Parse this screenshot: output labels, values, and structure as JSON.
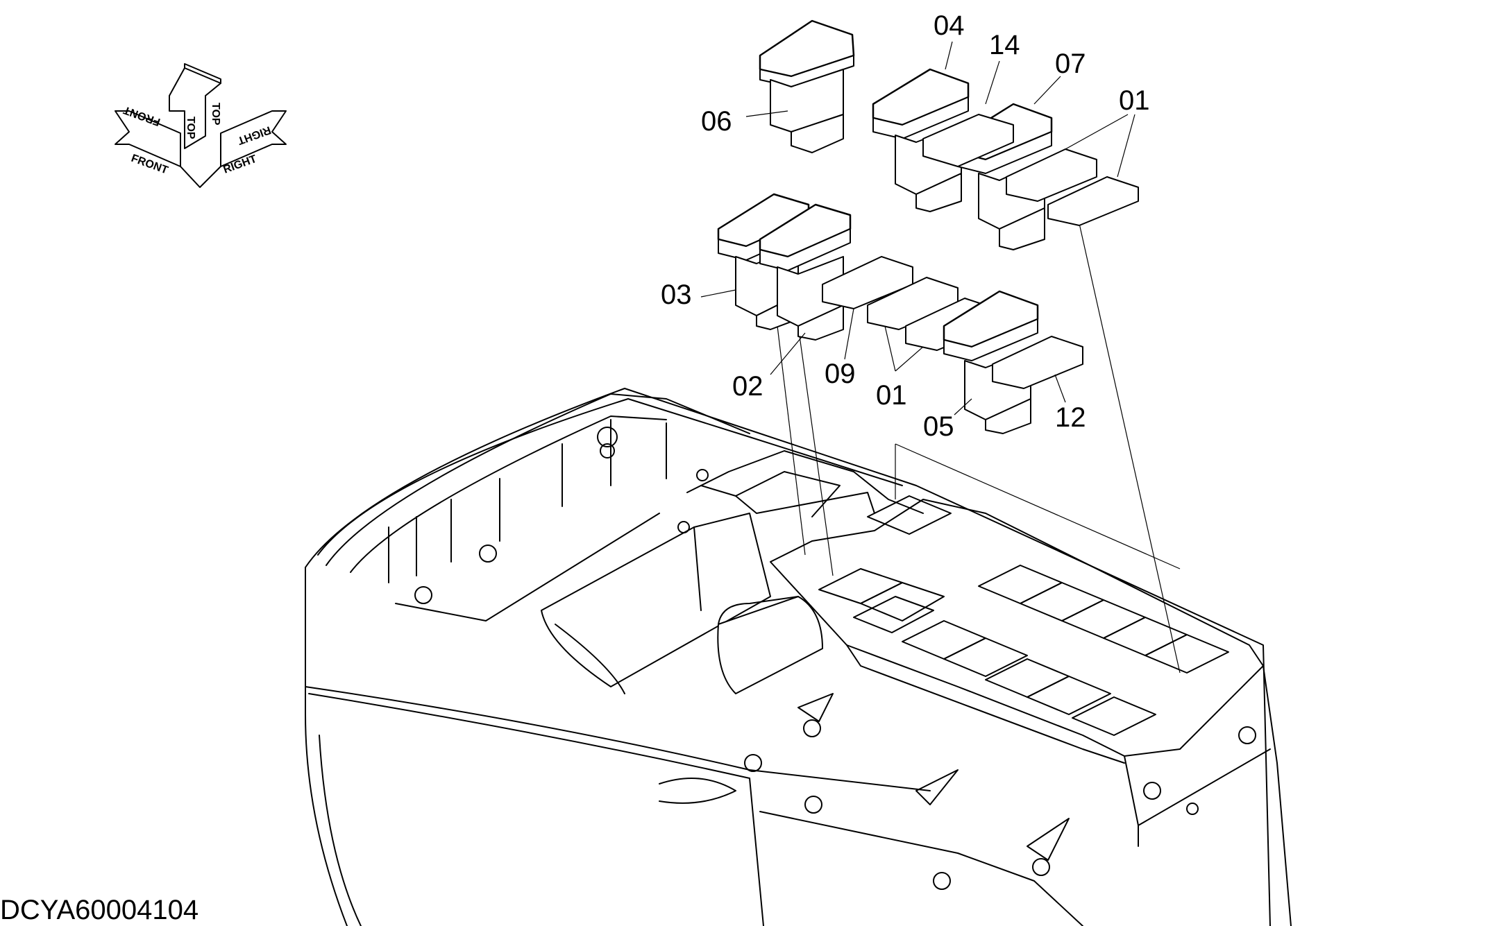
{
  "drawing_id": "DCYA60004104",
  "orientation": {
    "front": "FRONT",
    "top": "TOP",
    "right": "RIGHT"
  },
  "part_labels": {
    "p01_right": "01",
    "p01_lower": "01",
    "p02": "02",
    "p03": "03",
    "p04": "04",
    "p05": "05",
    "p06": "06",
    "p07": "07",
    "p09": "09",
    "p12": "12",
    "p14": "14"
  }
}
